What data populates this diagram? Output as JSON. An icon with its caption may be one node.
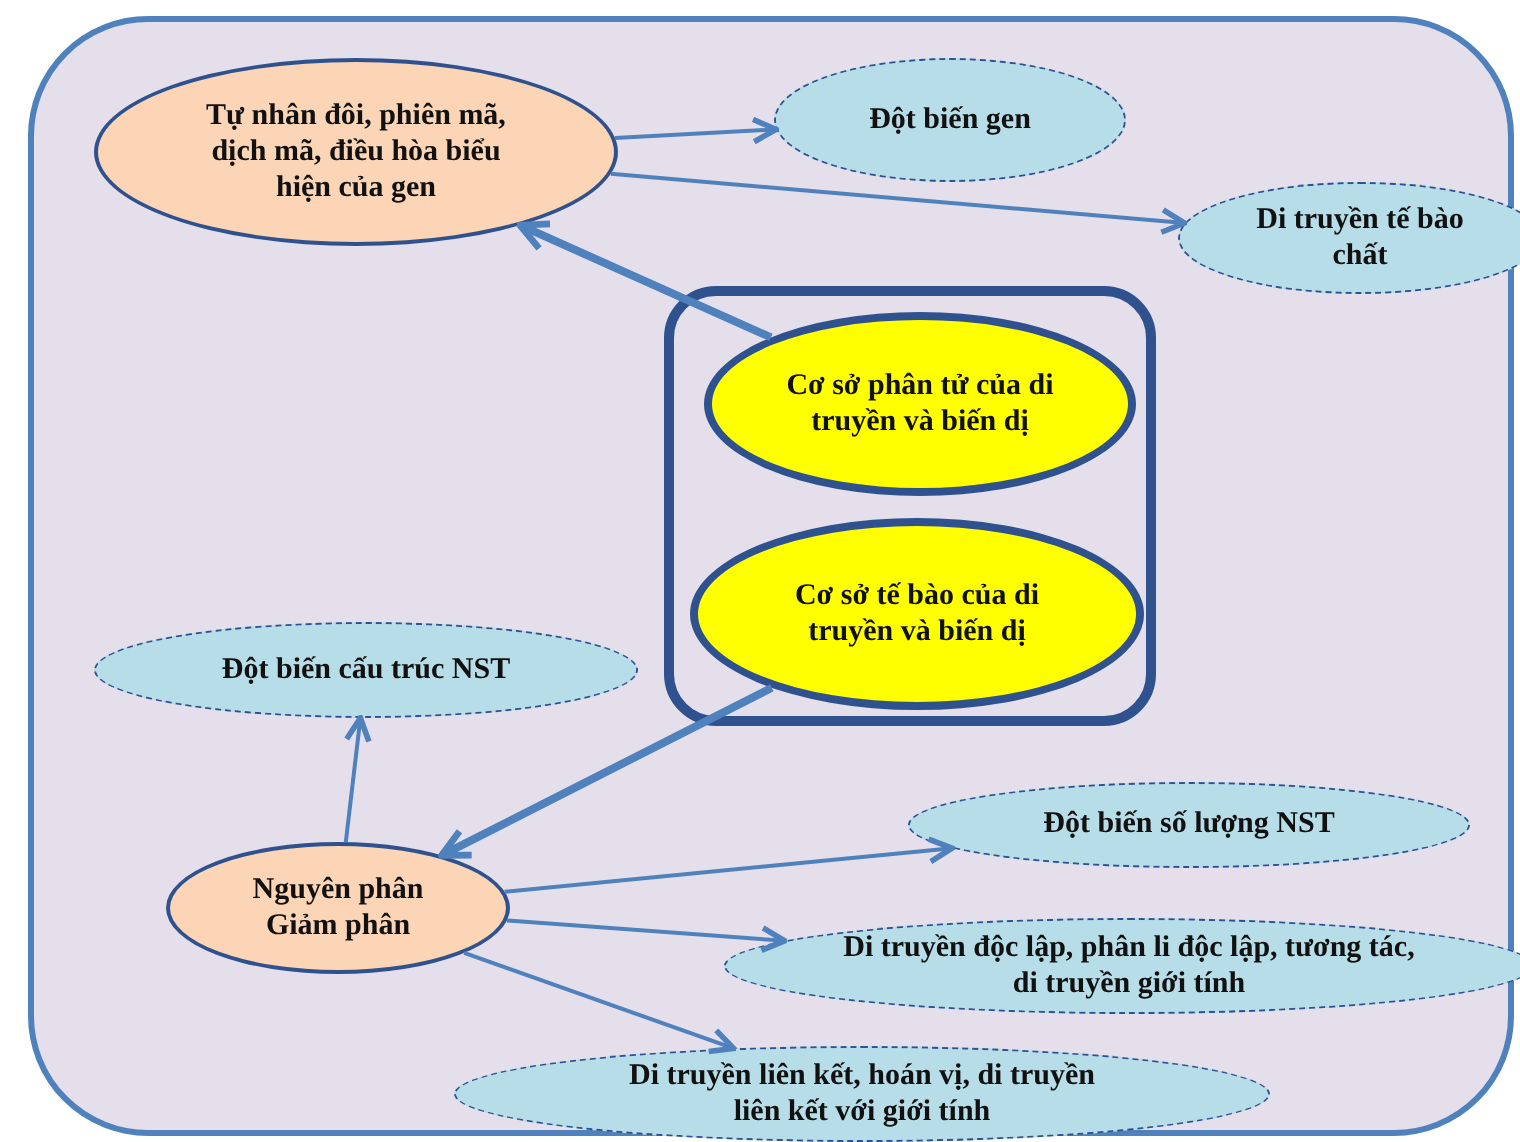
{
  "diagram": {
    "nodes": [
      {
        "text": [],
        "shape": "box"
      },
      {
        "text": [
          "Tự nhân đôi, phiên mã, dịch mã, điều hòa biểu hiện của gen"
        ],
        "in": 0
      },
      {
        "text": [
          "Đột biến gen"
        ],
        "in": 0
      },
      {
        "text": [
          "Di truyền tế bào chất"
        ],
        "in": 0
      },
      {
        "text": [],
        "shape": "box",
        "in": 0
      },
      {
        "text": [
          "Cơ sở phân tử của di truyền và biến dị"
        ],
        "in": 4
      },
      {
        "text": [
          "Cơ sở tế bào của di truyền và biến dị"
        ],
        "in": 4
      },
      {
        "text": [
          "Đột biến cấu trúc NST"
        ],
        "in": 0
      },
      {
        "text": [
          "Đột biến số lượng NST"
        ],
        "in": 0
      },
      {
        "text": [
          "Nguyên phân Giảm phân"
        ],
        "in": 0
      },
      {
        "text": [
          "Di truyền độc lập, phân li độc lập, tương tác, di truyền giới tính"
        ],
        "in": 0
      },
      {
        "text": [
          "Di truyền liên kết, hoán vị, di truyền liên kết với giới tính"
        ],
        "in": 0
      }
    ],
    "edges": [
      {
        "from": 5,
        "to": 1,
        "arrow": "to",
        "style": "thick"
      },
      {
        "from": 1,
        "to": 2,
        "arrow": "to"
      },
      {
        "from": 1,
        "to": 3,
        "arrow": "to"
      },
      {
        "from": 6,
        "to": 9,
        "arrow": "to",
        "style": "thick"
      },
      {
        "from": 9,
        "to": 7,
        "arrow": "to"
      },
      {
        "from": 9,
        "to": 8,
        "arrow": "to"
      },
      {
        "from": 9,
        "to": 10,
        "arrow": "to"
      },
      {
        "from": 9,
        "to": 11,
        "arrow": "to"
      }
    ]
  }
}
